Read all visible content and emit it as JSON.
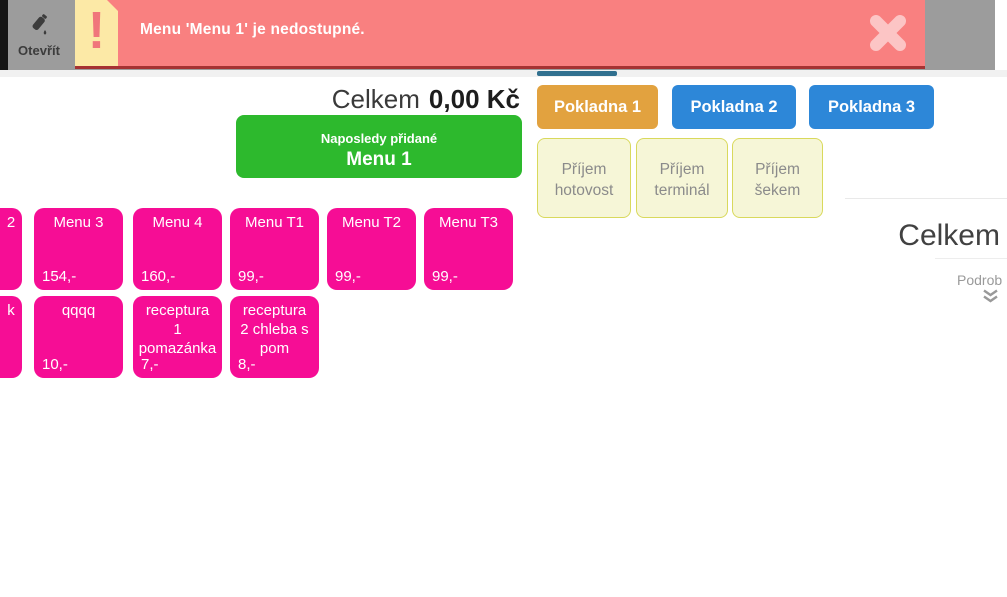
{
  "topbar": {
    "open_button": {
      "label": "Otevřít",
      "icon": "bottle-icon"
    },
    "alert": {
      "exclamation_glyph": "!",
      "message": "Menu 'Menu 1' je nedostupné.",
      "close_icon": "close-icon"
    }
  },
  "order_header": {
    "total_label": "Celkem",
    "total_value": "0,00 Kč"
  },
  "last_added_button": {
    "caption": "Naposledy přidané",
    "item": "Menu 1"
  },
  "registers": [
    {
      "label": "Pokladna 1",
      "active": true,
      "color": "#e2a23f"
    },
    {
      "label": "Pokladna 2",
      "active": false,
      "color": "#2d87d8"
    },
    {
      "label": "Pokladna 3",
      "active": false,
      "color": "#2d87d8"
    }
  ],
  "payment_buttons": [
    {
      "label": "Příjem hotovost"
    },
    {
      "label": "Příjem terminál"
    },
    {
      "label": "Příjem šekem"
    }
  ],
  "products": {
    "row1": [
      {
        "label": "2",
        "price": "",
        "partial": true
      },
      {
        "label": "Menu 3",
        "price": "154,-"
      },
      {
        "label": "Menu 4",
        "price": "160,-"
      },
      {
        "label": "Menu T1",
        "price": "99,-"
      },
      {
        "label": "Menu T2",
        "price": "99,-"
      },
      {
        "label": "Menu T3",
        "price": "99,-"
      }
    ],
    "row2": [
      {
        "label": "k",
        "price": "",
        "partial": true
      },
      {
        "label": "qqqq",
        "price": "10,-"
      },
      {
        "label": "receptura\n1\npomazánka",
        "price": "7,-"
      },
      {
        "label": "receptura\n2 chleba s\npom",
        "price": "8,-"
      }
    ]
  },
  "cart_panel": {
    "title": "Celkem",
    "details_label": "Podrob",
    "collapse_icon": "chevron-double-down"
  },
  "scrollbar": {
    "thumb_color": "#31708f"
  },
  "colors": {
    "tile_pink": "#f60d95",
    "alert_bg": "#f98080",
    "alert_underline": "#a63232",
    "alert_icon_bg": "#fce9a6",
    "last_added_green": "#2db92d",
    "register_active_orange": "#e2a23f",
    "register_blue": "#2d87d8",
    "payment_bg": "#f6f6d7",
    "payment_border": "#d9d95c",
    "topbar_gray": "#9c9c9c"
  }
}
